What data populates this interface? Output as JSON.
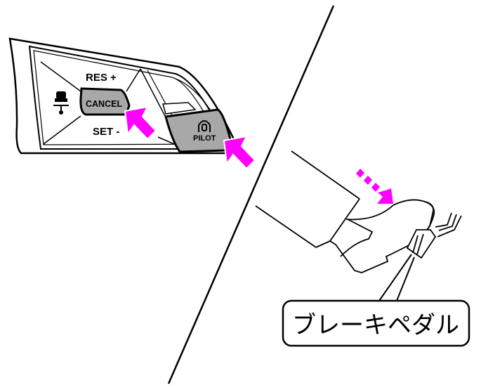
{
  "switch_panel": {
    "res_label": "RES +",
    "set_label": "SET -",
    "cancel_label": "CANCEL",
    "pilot_label": "PILOT"
  },
  "callout": {
    "label": "ブレーキペダル"
  },
  "colors": {
    "arrow": "#ff00ff",
    "button": "#a8a8a8",
    "line": "#000000"
  }
}
